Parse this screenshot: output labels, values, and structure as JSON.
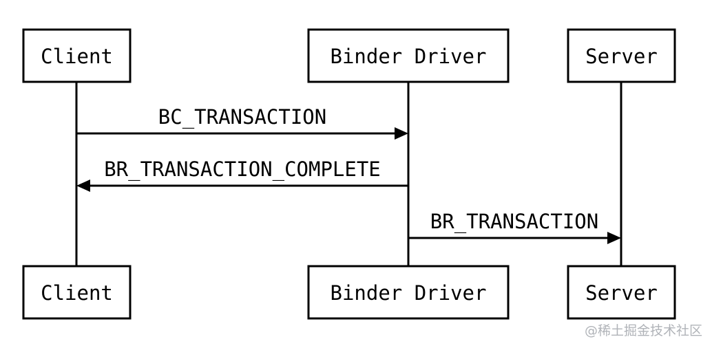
{
  "participants": {
    "client": {
      "top_label": "Client",
      "bottom_label": "Client"
    },
    "binder": {
      "top_label": "Binder Driver",
      "bottom_label": "Binder Driver"
    },
    "server": {
      "top_label": "Server",
      "bottom_label": "Server"
    }
  },
  "messages": [
    {
      "from": "Client",
      "to": "Binder Driver",
      "label": "BC_TRANSACTION"
    },
    {
      "from": "Binder Driver",
      "to": "Client",
      "label": "BR_TRANSACTION_COMPLETE"
    },
    {
      "from": "Binder Driver",
      "to": "Server",
      "label": "BR_TRANSACTION"
    }
  ],
  "watermark": "@稀土掘金技术社区"
}
